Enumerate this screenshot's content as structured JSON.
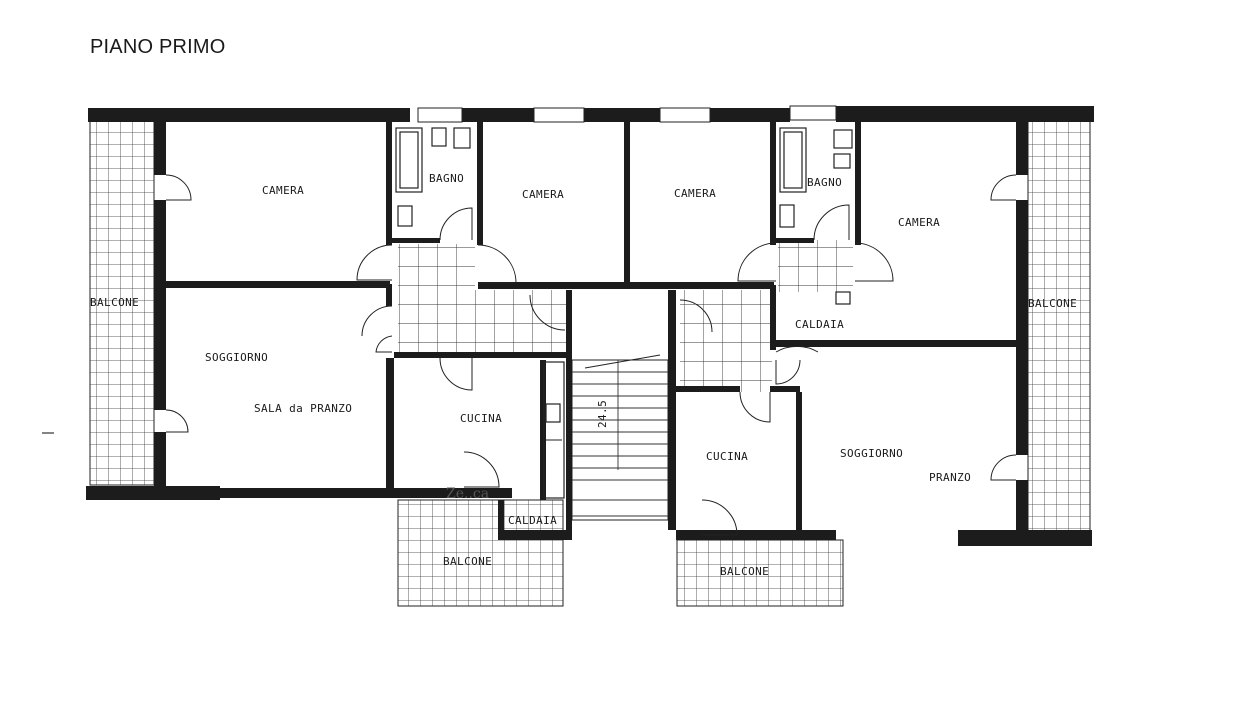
{
  "page": {
    "title": "PIANO PRIMO"
  },
  "rooms": {
    "camera_1": "CAMERA",
    "bagno_1": "BAGNO",
    "camera_2": "CAMERA",
    "camera_3": "CAMERA",
    "bagno_2": "BAGNO",
    "camera_4": "CAMERA",
    "balcone_left": "BALCONE",
    "balcone_right": "BALCONE",
    "soggiorno_left": "SOGGIORNO",
    "sala_pranzo": "SALA da PRANZO",
    "cucina_left": "CUCINA",
    "caldaia_left": "CALDAIA",
    "caldaia_right": "CALDAIA",
    "cucina_right": "CUCINA",
    "soggiorno_right": "SOGGIORNO",
    "pranzo": "PRANZO",
    "balcone_bottom_left": "BALCONE",
    "balcone_bottom_right": "BALCONE"
  },
  "stair": {
    "label": "24.5"
  },
  "watermark": {
    "text": "Ze..ca"
  }
}
